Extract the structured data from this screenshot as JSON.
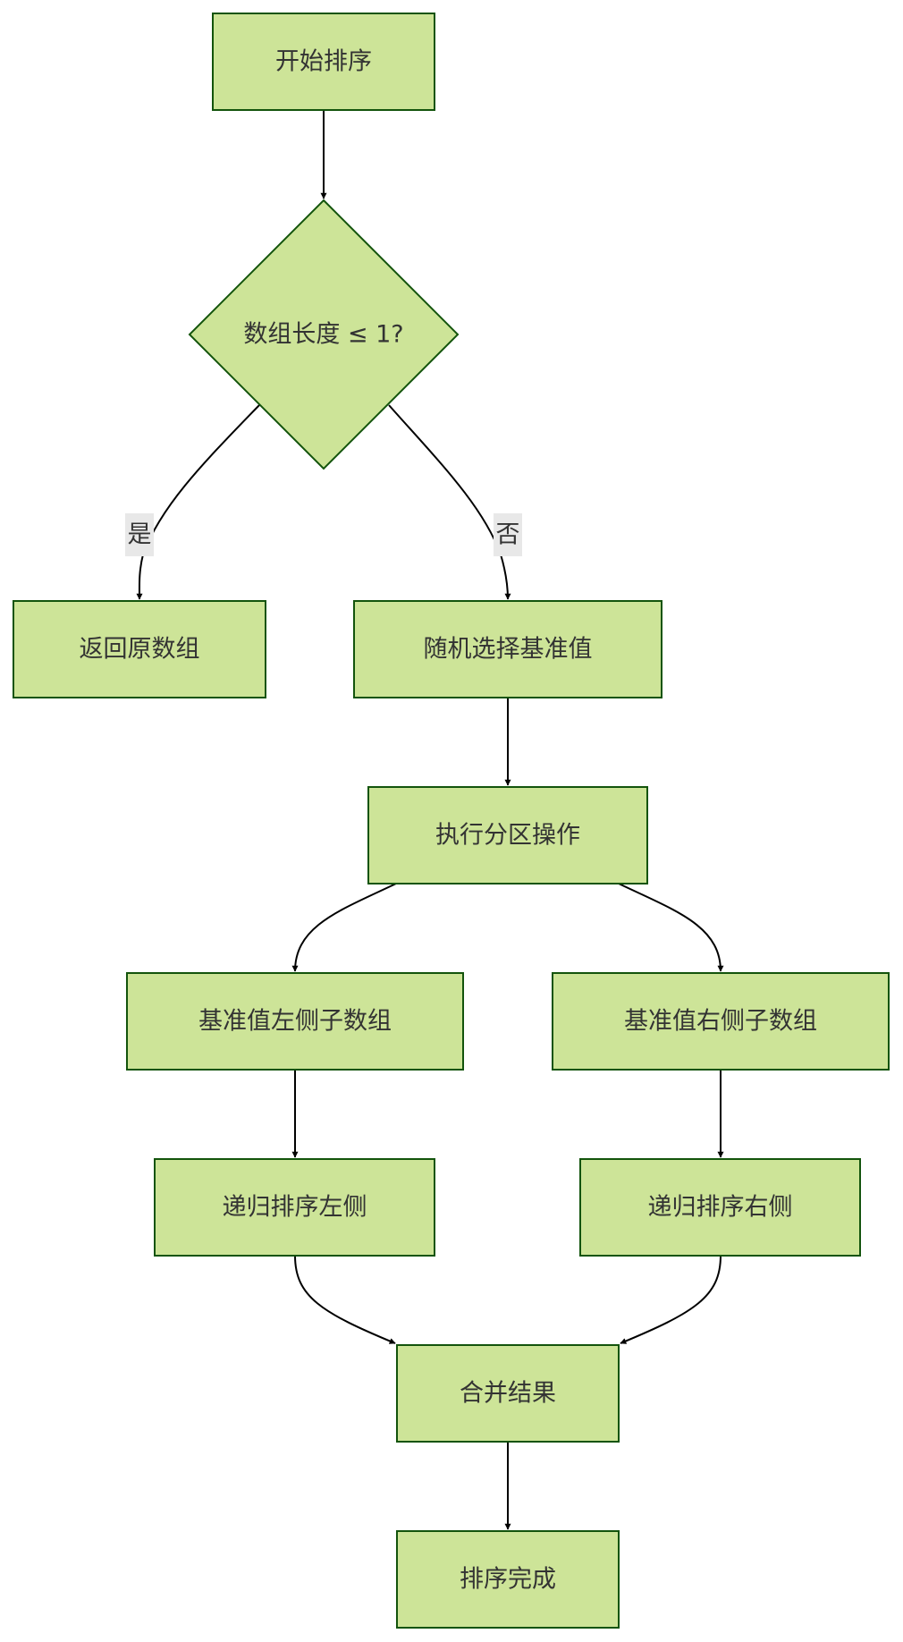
{
  "diagram": {
    "type": "flowchart",
    "direction": "top-down",
    "colors": {
      "node_fill": "#cde498",
      "node_stroke": "#13540c",
      "edge": "#000000",
      "text": "#333333",
      "edge_label_bg": "#e8e8e8"
    },
    "nodes": [
      {
        "id": "start",
        "shape": "rect",
        "label": "开始排序"
      },
      {
        "id": "check",
        "shape": "diamond",
        "label": "数组长度 ≤ 1?"
      },
      {
        "id": "return",
        "shape": "rect",
        "label": "返回原数组"
      },
      {
        "id": "pivot",
        "shape": "rect",
        "label": "随机选择基准值"
      },
      {
        "id": "partition",
        "shape": "rect",
        "label": "执行分区操作"
      },
      {
        "id": "left",
        "shape": "rect",
        "label": "基准值左侧子数组"
      },
      {
        "id": "right",
        "shape": "rect",
        "label": "基准值右侧子数组"
      },
      {
        "id": "recLeft",
        "shape": "rect",
        "label": "递归排序左侧"
      },
      {
        "id": "recRight",
        "shape": "rect",
        "label": "递归排序右侧"
      },
      {
        "id": "merge",
        "shape": "rect",
        "label": "合并结果"
      },
      {
        "id": "done",
        "shape": "rect",
        "label": "排序完成"
      }
    ],
    "edges": [
      {
        "from": "start",
        "to": "check",
        "label": ""
      },
      {
        "from": "check",
        "to": "return",
        "label": "是"
      },
      {
        "from": "check",
        "to": "pivot",
        "label": "否"
      },
      {
        "from": "pivot",
        "to": "partition",
        "label": ""
      },
      {
        "from": "partition",
        "to": "left",
        "label": ""
      },
      {
        "from": "partition",
        "to": "right",
        "label": ""
      },
      {
        "from": "left",
        "to": "recLeft",
        "label": ""
      },
      {
        "from": "right",
        "to": "recRight",
        "label": ""
      },
      {
        "from": "recLeft",
        "to": "merge",
        "label": ""
      },
      {
        "from": "recRight",
        "to": "merge",
        "label": ""
      },
      {
        "from": "merge",
        "to": "done",
        "label": ""
      }
    ]
  }
}
